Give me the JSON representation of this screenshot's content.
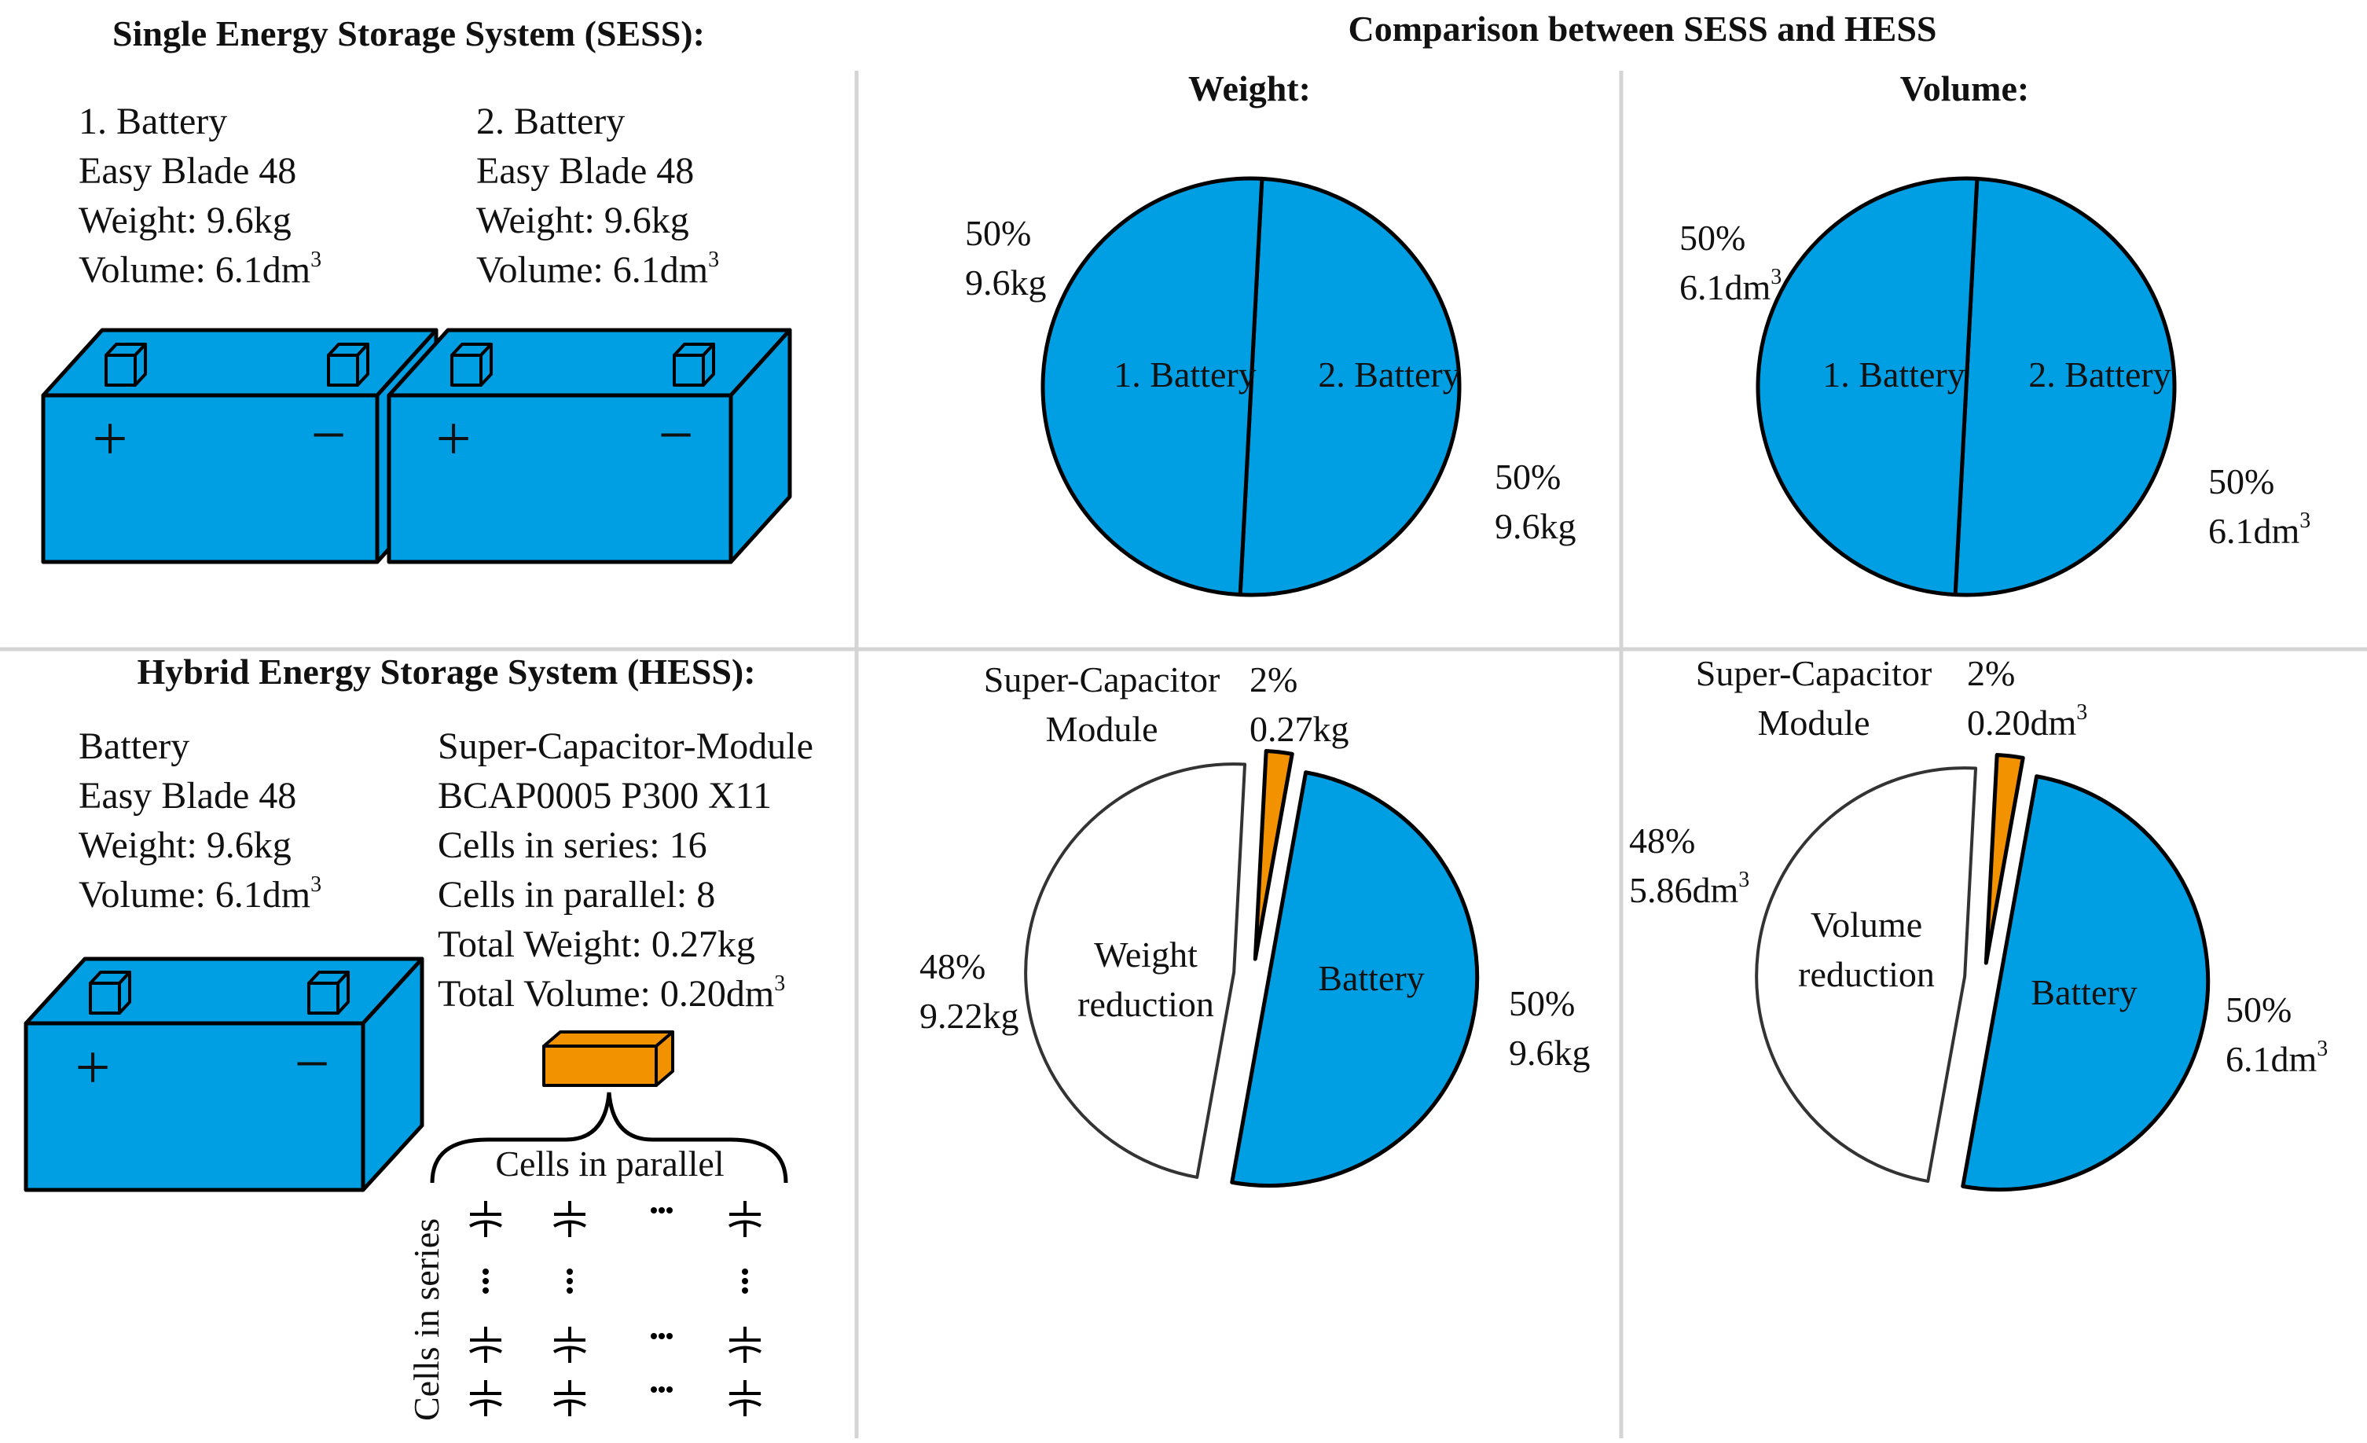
{
  "headings": {
    "sess": "Single Energy Storage System (SESS):",
    "comparison": "Comparison between SESS and HESS",
    "weight": "Weight:",
    "volume": "Volume:",
    "hess": "Hybrid Energy Storage System (HESS):"
  },
  "sess": {
    "battery1": [
      "1. Battery",
      "Easy Blade 48",
      "Weight: 9.6kg",
      "Volume: 6.1dm"
    ],
    "battery2": [
      "2. Battery",
      "Easy Blade 48",
      "Weight: 9.6kg",
      "Volume: 6.1dm"
    ],
    "superscript": "3",
    "plus": "+",
    "minus": "−"
  },
  "hess": {
    "battery": [
      "Battery",
      "Easy Blade 48",
      "Weight: 9.6kg",
      "Volume: 6.1dm"
    ],
    "module": [
      "Super-Capacitor-Module",
      "BCAP0005 P300 X11",
      "Cells in series: 16",
      "Cells in parallel: 8",
      "Total Weight: 0.27kg",
      "Total Volume: 0.20dm"
    ],
    "superscript": "3",
    "cells_parallel": "Cells in parallel",
    "cells_series": "Cells in series",
    "ellipsis": "..."
  },
  "pies": {
    "sess_weight": {
      "left_label": "1. Battery",
      "right_label": "2. Battery",
      "left_pct": "50%",
      "left_val": "9.6kg",
      "right_pct": "50%",
      "right_val": "9.6kg"
    },
    "sess_volume": {
      "left_label": "1. Battery",
      "right_label": "2. Battery",
      "left_pct": "50%",
      "left_val": "6.1dm",
      "right_pct": "50%",
      "right_val": "6.1dm",
      "superscript": "3"
    },
    "hess_weight": {
      "sc_label": [
        "Super-Capacitor",
        "Module"
      ],
      "sc_pct": "2%",
      "sc_val": "0.27kg",
      "red_label": [
        "Weight",
        "reduction"
      ],
      "red_pct": "48%",
      "red_val": "9.22kg",
      "bat_label": "Battery",
      "bat_pct": "50%",
      "bat_val": "9.6kg"
    },
    "hess_volume": {
      "sc_label": [
        "Super-Capacitor",
        "Module"
      ],
      "sc_pct": "2%",
      "sc_val": "0.20dm",
      "red_label": [
        "Volume",
        "reduction"
      ],
      "red_pct": "48%",
      "red_val": "5.86dm",
      "bat_label": "Battery",
      "bat_pct": "50%",
      "bat_val": "6.1dm",
      "superscript": "3"
    }
  },
  "colors": {
    "battery": "#009fe3",
    "capacitor": "#f39200",
    "outline": "#000000",
    "divider": "#d0d0d0"
  }
}
